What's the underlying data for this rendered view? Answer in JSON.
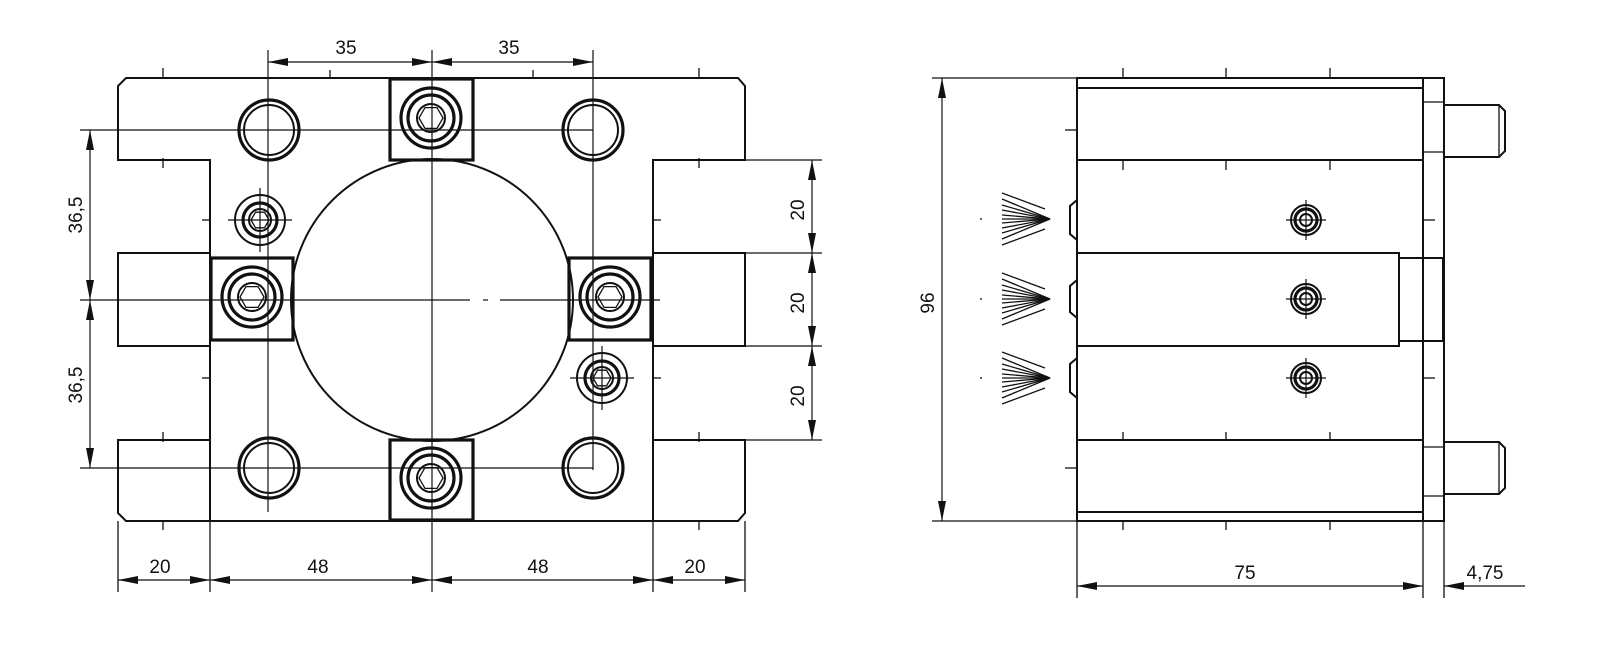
{
  "front_view": {
    "dims": {
      "top_left": "35",
      "top_right": "35",
      "left_upper": "36,5",
      "left_lower": "36,5",
      "right_upper": "20",
      "right_middle": "20",
      "right_lower": "20",
      "bottom_1": "20",
      "bottom_2": "48",
      "bottom_3": "48",
      "bottom_4": "20"
    }
  },
  "side_view": {
    "dims": {
      "height": "96",
      "length": "75",
      "offset": "4,75"
    }
  }
}
